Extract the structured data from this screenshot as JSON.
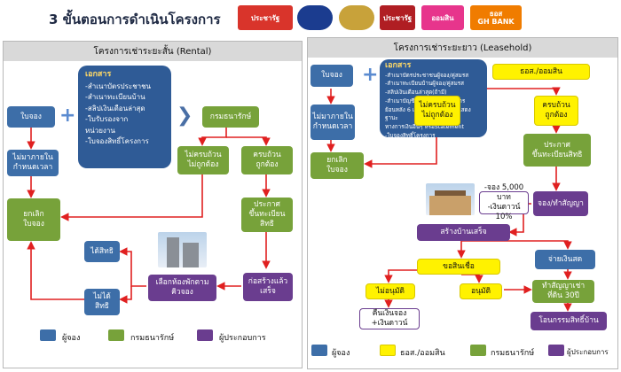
{
  "header": {
    "title": "3 ขั้นตอนการดำเนินโครงการ"
  },
  "logos": [
    {
      "name": "ประชารัฐ",
      "bg": "#d9342b"
    },
    {
      "name": "",
      "bg": "#1b3c8f"
    },
    {
      "name": "",
      "bg": "#c8a23a"
    },
    {
      "name": "ประชารัฐ",
      "bg": "#b01e23"
    },
    {
      "name": "ออมสิน",
      "bg": "#e7358c"
    },
    {
      "name": "ธอส\nGH BANK",
      "bg": "#f07c00"
    }
  ],
  "rental": {
    "heading": "โครงการเช่าระยะสั้น (Rental)",
    "booking": "ใบจอง",
    "docs_title": "เอกสาร",
    "docs_text": "-สำเนาบัตรประชาชน\n-สำเนาทะเบียนบ้าน\n-สลิปเงินเดือนล่าสุด\n-ใบรับรองจาก\nหน่วยงาน\n-ใบจองสิทธิ์โครงการ",
    "dept": "กรมธนารักษ์",
    "not_in_time": "ไม่มาภายใน\nกำหนดเวลา",
    "incomplete": "ไม่ครบถ้วน\nไม่ถูกต้อง",
    "complete": "ครบถ้วน\nถูกต้อง",
    "cancel": "ยกเลิก\nใบจอง",
    "announce": "ประกาศ\nขึ้นทะเบียน\nสิทธิ",
    "has_right": "ได้สิทธิ",
    "no_right": "ไม่ได้\nสิทธิ",
    "choose_room": "เลือกห้องพักตาม\nคิวจอง",
    "built": "ก่อสร้างแล้ว\nเสร็จ"
  },
  "lease": {
    "heading": "โครงการเช่าระยะยาว (Leasehold)",
    "booking": "ใบจอง",
    "docs_title": "เอกสาร",
    "docs_text": "-สำเนาบัตรประชาชนผู้จอง/คู่สมรส\n-สำเนาทะเบียนบ้านผู้จอง/คู่สมรส\n-สลิปเงินเดือนล่าสุด(ถ้ามี)\n-สำเนาบัญชีเงินฝากแสดงรายการ\nย้อนหลัง 6 เดือน หรือหลักฐานแสดงฐานะ\nทางการเงินอื่นๆ หรือStatement\n-ใบจองสิทธิ์โครงการ",
    "bank": "ธอส./ออมสิน",
    "not_in_time": "ไม่มาภายใน\nกำหนดเวลา",
    "incomplete": "ไม่ครบถ้วน\nไม่ถูกต้อง",
    "complete": "ครบถ้วน\nถูกต้อง",
    "cancel": "ยกเลิก\nใบจอง",
    "announce": "ประกาศ\nขึ้นทะเบียนสิทธิ",
    "deposit": "-จอง 5,000 บาท\n-เงินดาวน์ 10%",
    "book_contract": "จอง/ทำสัญญา",
    "house_done": "สร้างบ้านเสร็จ",
    "loan": "ขอสินเชื่อ",
    "not_approved": "ไม่อนุมัติ",
    "approved": "อนุมัติ",
    "refund": "คืนเงินจอง\n+เงินดาวน์",
    "pay_rest": "จ่ายเงินสด",
    "lease_contract": "ทำสัญญาเช่า\nที่ดิน 30ปี",
    "transfer": "โอนกรรมสิทธิ์บ้าน"
  },
  "legend_left": [
    {
      "label": "ผู้จอง",
      "color": "#3d6ea8"
    },
    {
      "label": "กรมธนารักษ์",
      "color": "#77a23a"
    },
    {
      "label": "ผู้ประกอบการ",
      "color": "#6a3d8f"
    }
  ],
  "legend_right": [
    {
      "label": "ผู้จอง",
      "color": "#3d6ea8"
    },
    {
      "label": "ธอส./ออมสิน",
      "color": "#fff200"
    },
    {
      "label": "กรมธนารักษ์",
      "color": "#77a23a"
    },
    {
      "label": "ผู้ประกอบการ",
      "color": "#6a3d8f"
    }
  ]
}
